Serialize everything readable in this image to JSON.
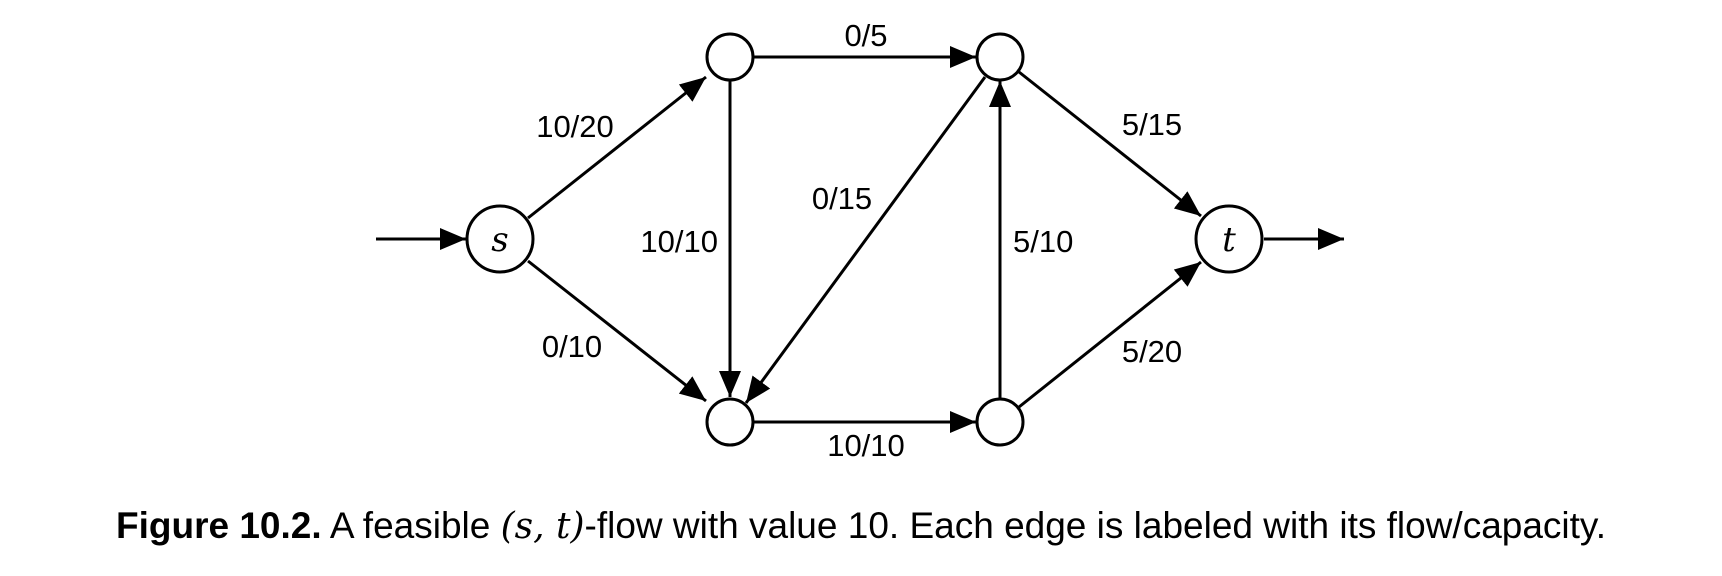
{
  "diagram": {
    "nodes": [
      {
        "id": "s",
        "label": "s"
      },
      {
        "id": "a",
        "label": ""
      },
      {
        "id": "b",
        "label": ""
      },
      {
        "id": "c",
        "label": ""
      },
      {
        "id": "d",
        "label": ""
      },
      {
        "id": "t",
        "label": "t"
      }
    ],
    "edges": [
      {
        "from": "s",
        "to": "a",
        "label": "10/20"
      },
      {
        "from": "s",
        "to": "b",
        "label": "0/10"
      },
      {
        "from": "a",
        "to": "c",
        "label": "0/5"
      },
      {
        "from": "a",
        "to": "b",
        "label": "10/10"
      },
      {
        "from": "c",
        "to": "b",
        "label": "0/15"
      },
      {
        "from": "b",
        "to": "d",
        "label": "10/10"
      },
      {
        "from": "d",
        "to": "c",
        "label": "5/10"
      },
      {
        "from": "c",
        "to": "t",
        "label": "5/15"
      },
      {
        "from": "d",
        "to": "t",
        "label": "5/20"
      }
    ],
    "source_arrow": true,
    "sink_arrow": true
  },
  "caption": {
    "label": "Figure 10.2.",
    "text_before": " A feasible ",
    "math": "(s, t)",
    "text_after": "-flow with value 10. Each edge is labeled with its flow/capacity."
  }
}
